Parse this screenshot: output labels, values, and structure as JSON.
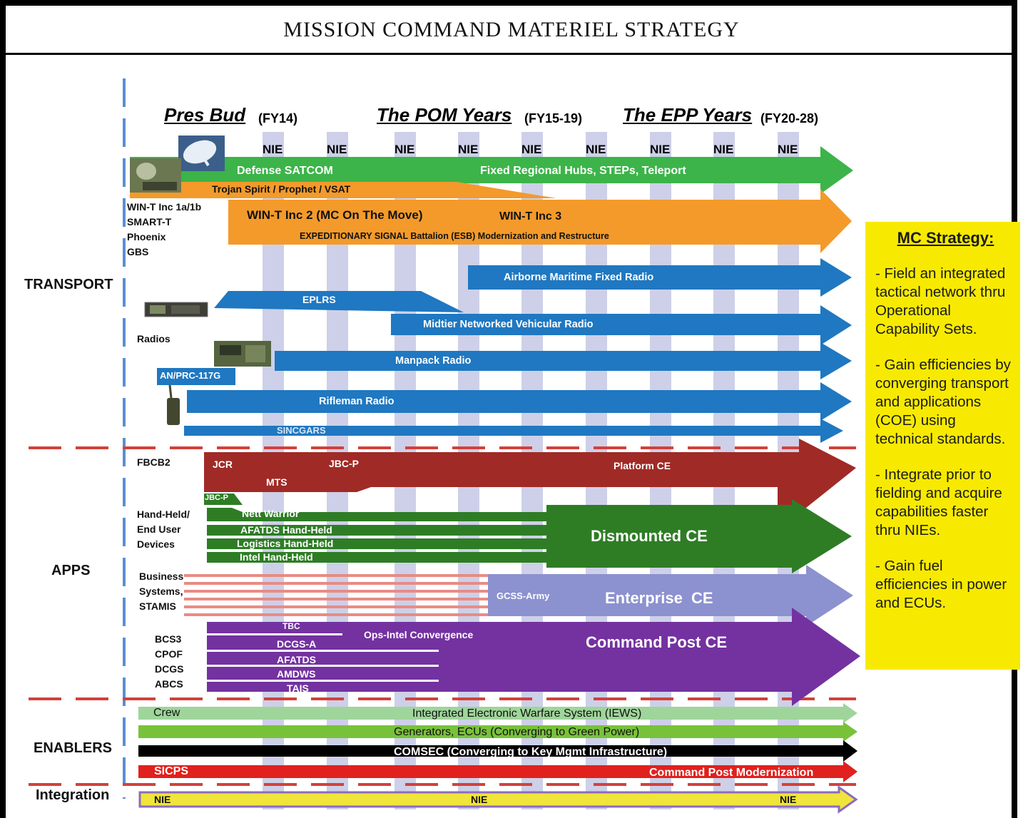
{
  "title": "MISSION COMMAND MATERIEL STRATEGY",
  "eras": [
    {
      "name": "Pres Bud",
      "years": "(FY14)"
    },
    {
      "name": "The POM Years",
      "years": "(FY15-19)"
    },
    {
      "name": "The EPP Years",
      "years": "(FY20-28)"
    }
  ],
  "nie_markers": [
    "NIE",
    "NIE",
    "NIE",
    "NIE",
    "NIE",
    "NIE",
    "NIE",
    "NIE",
    "NIE"
  ],
  "sections": {
    "transport": "TRANSPORT",
    "apps": "APPS",
    "enablers": "ENABLERS",
    "integration": "Integration"
  },
  "transport_labels": [
    "WIN-T Inc 1a/1b",
    "SMART-T",
    "Phoenix",
    "GBS"
  ],
  "radios_label": "Radios",
  "prc_label": "AN/PRC-117G",
  "fbcb2_label": "FBCB2",
  "handheld_label": [
    "Hand-Held/",
    "End User",
    "Devices"
  ],
  "business_label": [
    "Business",
    "Systems,",
    "STAMIS"
  ],
  "cp_label": [
    "BCS3",
    "CPOF",
    "DCGS",
    "ABCS"
  ],
  "arrows": {
    "defense_satcom": "Defense SATCOM",
    "fixed_hubs": "Fixed Regional Hubs, STEPs, Teleport",
    "trojan": "Trojan Spirit / Prophet / VSAT",
    "wint2": "WIN-T Inc 2 (MC On The Move)",
    "wint3": "WIN-T Inc 3",
    "esb": "EXPEDITIONARY SIGNAL Battalion (ESB) Modernization and Restructure",
    "amf": "Airborne Maritime Fixed Radio",
    "eplrs": "EPLRS",
    "midtier": "Midtier Networked Vehicular Radio",
    "manpack": "Manpack Radio",
    "rifleman": "Rifleman Radio",
    "sincgars": "SINCGARS",
    "jcr": "JCR",
    "jbcp": "JBC-P",
    "mts": "MTS",
    "platform_ce": "Platform CE",
    "jbcp_small": "JBC-P",
    "nett": "Nett Warrior",
    "afatds_hh": "AFATDS Hand-Held",
    "log_hh": "Logistics Hand-Held",
    "intel_hh": "Intel Hand-Held",
    "dismounted_ce": "Dismounted CE",
    "gcss": "GCSS-Army",
    "enterprise_ce": "Enterprise  CE",
    "tbc": "TBC",
    "ops_intel": "Ops-Intel Convergence",
    "dcgsa": "DCGS-A",
    "afatds": "AFATDS",
    "amdws": "AMDWS",
    "tais": "TAIS",
    "cp_ce": "Command Post CE",
    "crew": "Crew",
    "iews": "Integrated Electronic Warfare System (IEWS)",
    "generators": "Generators, ECUs  (Converging to Green Power)",
    "comsec": "COMSEC  (Converging to Key Mgmt Infrastructure)",
    "sicps": "SICPS",
    "cp_mod": "Command Post Modernization",
    "int_nie": [
      "NIE",
      "NIE",
      "NIE"
    ]
  },
  "strategy": {
    "header": "MC Strategy:",
    "points": [
      "- Field an integrated tactical network thru Operational Capability Sets.",
      "- Gain efficiencies by converging transport and applications (COE) using technical standards.",
      "- Integrate prior to fielding and acquire capabilities faster thru NIEs.",
      "- Gain fuel efficiencies in power and ECUs."
    ]
  },
  "colors": {
    "green": "#3cb449",
    "orange": "#f39a2b",
    "blue": "#1f78c1",
    "darkred": "#a02a26",
    "darkgreen": "#2e7d25",
    "salmon": "#e88b84",
    "lavender": "#8c91cf",
    "purple": "#7332a0",
    "lightgreen": "#9fd59a",
    "lime": "#78c23a",
    "black": "#000000",
    "red": "#e0211d",
    "yellow": "#f0e53a",
    "stripe": "#cdd0e8",
    "dash": "#d2413a",
    "strategy_bg": "#f7ea00"
  }
}
